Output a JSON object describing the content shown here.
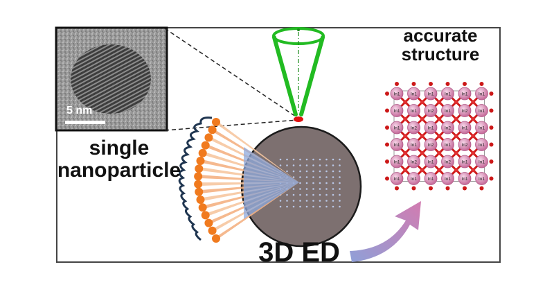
{
  "labels": {
    "single": "single",
    "nanoparticle": "nanoparticle",
    "accurate": "accurate",
    "structure": "structure",
    "method": "3D ED",
    "scale_bar": "5 nm"
  },
  "atoms": {
    "in1": "In1",
    "in2": "In2"
  },
  "colors": {
    "frame": "#444444",
    "cone": "#22bb22",
    "beam_spot": "#e01010",
    "detector": "#7d7070",
    "rays": "#f4b183",
    "rays_inner": "#8fa9dc",
    "beads": "#f07a1e",
    "spring": "#1f3550",
    "atom": "#d890b8",
    "bond": "#cc1818",
    "arrow_start": "#8fa0d8",
    "arrow_end": "#d27bb0"
  }
}
